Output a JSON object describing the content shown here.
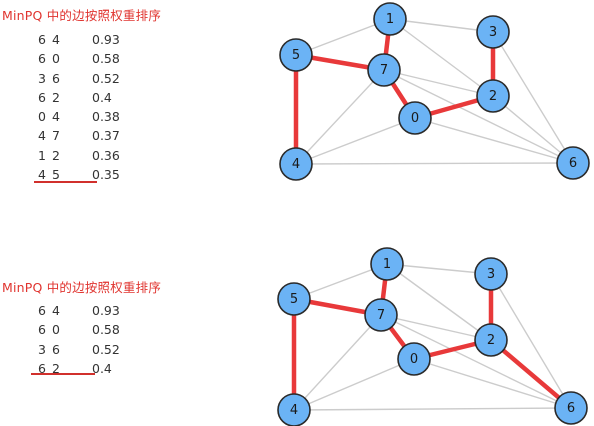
{
  "colors": {
    "heading": "#e0342f",
    "underline": "#d1302c",
    "tree_edge": "#e8393a",
    "graph_edge": "#cccccc",
    "node_fill": "#6bb3f5",
    "node_stroke": "#2a2a2a",
    "text": "#333333"
  },
  "panels": [
    {
      "heading": "MinPQ 中的边按照权重排序",
      "edges": [
        {
          "v": "6",
          "w": "4",
          "weight": "0.93"
        },
        {
          "v": "6",
          "w": "0",
          "weight": "0.58"
        },
        {
          "v": "3",
          "w": "6",
          "weight": "0.52"
        },
        {
          "v": "6",
          "w": "2",
          "weight": "0.4"
        },
        {
          "v": "0",
          "w": "4",
          "weight": "0.38"
        },
        {
          "v": "4",
          "w": "7",
          "weight": "0.37"
        },
        {
          "v": "1",
          "w": "2",
          "weight": "0.36"
        },
        {
          "v": "4",
          "w": "5",
          "weight": "0.35"
        }
      ],
      "graph": {
        "nodes": [
          "0",
          "1",
          "2",
          "3",
          "4",
          "5",
          "6",
          "7"
        ],
        "tree_edges": [
          [
            "1",
            "7"
          ],
          [
            "5",
            "7"
          ],
          [
            "7",
            "0"
          ],
          [
            "0",
            "2"
          ],
          [
            "2",
            "3"
          ],
          [
            "5",
            "4"
          ]
        ],
        "other_edges": [
          [
            "1",
            "5"
          ],
          [
            "1",
            "3"
          ],
          [
            "1",
            "2"
          ],
          [
            "7",
            "2"
          ],
          [
            "3",
            "6"
          ],
          [
            "2",
            "6"
          ],
          [
            "0",
            "6"
          ],
          [
            "4",
            "6"
          ],
          [
            "4",
            "7"
          ],
          [
            "4",
            "0"
          ],
          [
            "7",
            "6"
          ]
        ]
      }
    },
    {
      "heading": "MinPQ 中的边按照权重排序",
      "edges": [
        {
          "v": "6",
          "w": "4",
          "weight": "0.93"
        },
        {
          "v": "6",
          "w": "0",
          "weight": "0.58"
        },
        {
          "v": "3",
          "w": "6",
          "weight": "0.52"
        },
        {
          "v": "6",
          "w": "2",
          "weight": "0.4"
        }
      ],
      "graph": {
        "nodes": [
          "0",
          "1",
          "2",
          "3",
          "4",
          "5",
          "6",
          "7"
        ],
        "tree_edges": [
          [
            "1",
            "7"
          ],
          [
            "5",
            "7"
          ],
          [
            "7",
            "0"
          ],
          [
            "0",
            "2"
          ],
          [
            "2",
            "3"
          ],
          [
            "5",
            "4"
          ],
          [
            "2",
            "6"
          ]
        ],
        "other_edges": [
          [
            "1",
            "5"
          ],
          [
            "1",
            "3"
          ],
          [
            "1",
            "2"
          ],
          [
            "7",
            "2"
          ],
          [
            "3",
            "6"
          ],
          [
            "0",
            "6"
          ],
          [
            "4",
            "6"
          ],
          [
            "4",
            "7"
          ],
          [
            "4",
            "0"
          ],
          [
            "7",
            "6"
          ]
        ]
      }
    }
  ]
}
